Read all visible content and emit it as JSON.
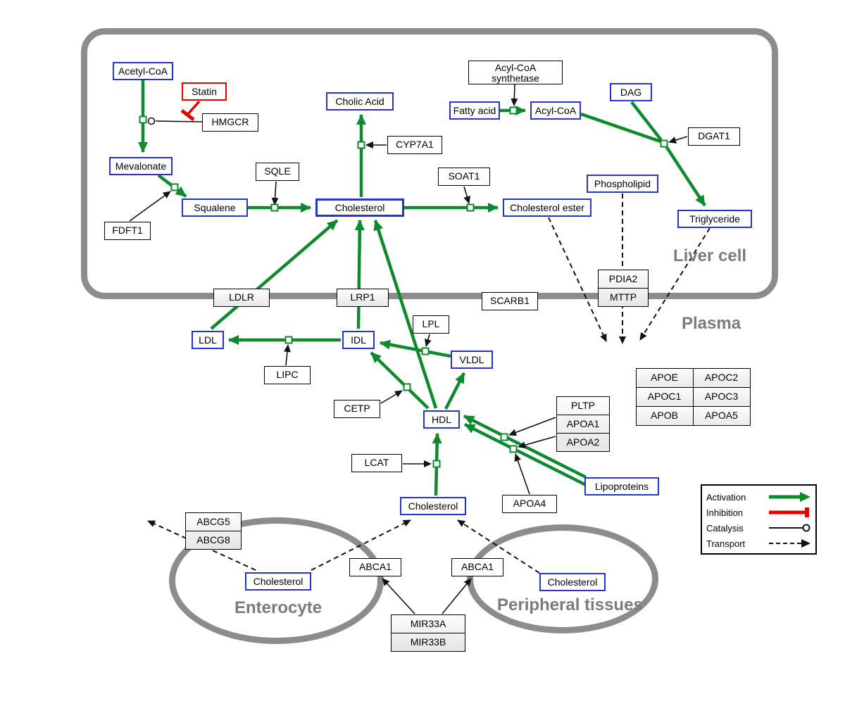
{
  "regions": {
    "liver_cell": "Liver cell",
    "plasma": "Plasma",
    "enterocyte": "Enterocyte",
    "peripheral_tissues": "Peripheral tissues"
  },
  "nodes": {
    "acetyl_coa": "Acetyl-CoA",
    "statin": "Statin",
    "hmgcr": "HMGCR",
    "mevalonate": "Mevalonate",
    "fdft1": "FDFT1",
    "squalene": "Squalene",
    "sqle": "SQLE",
    "cholic_acid": "Cholic Acid",
    "cyp7a1": "CYP7A1",
    "cholesterol_liver": "Cholesterol",
    "soat1": "SOAT1",
    "cholesterol_ester": "Cholesterol ester",
    "acyl_coa_synthetase_l1": "Acyl-CoA",
    "acyl_coa_synthetase_l2": "synthetase",
    "fatty_acid": "Fatty acid",
    "acyl_coa2": "Acyl-CoA",
    "dag": "DAG",
    "dgat1": "DGAT1",
    "phospholipid": "Phospholipid",
    "triglyceride": "Triglyceride",
    "ldlr": "LDLR",
    "lrp1": "LRP1",
    "scarb1": "SCARB1",
    "pdia2": "PDIA2",
    "mttp": "MTTP",
    "ldl": "LDL",
    "idl": "IDL",
    "lipc": "LIPC",
    "lpl": "LPL",
    "vldl": "VLDL",
    "cetp": "CETP",
    "hdl": "HDL",
    "pltp": "PLTP",
    "apoa1": "APOA1",
    "apoa2": "APOA2",
    "lcat": "LCAT",
    "apoa4": "APOA4",
    "lipoproteins": "Lipoproteins",
    "cholesterol_plasma": "Cholesterol",
    "apoe": "APOE",
    "apoc2": "APOC2",
    "apoc1": "APOC1",
    "apoc3": "APOC3",
    "apob": "APOB",
    "apoa5": "APOA5",
    "abcg5": "ABCG5",
    "abcg8": "ABCG8",
    "cholesterol_enterocyte": "Cholesterol",
    "abca1_enterocyte": "ABCA1",
    "abca1_peripheral": "ABCA1",
    "cholesterol_peripheral": "Cholesterol",
    "mir33a": "MIR33A",
    "mir33b": "MIR33B"
  },
  "legend": {
    "activation": "Activation",
    "inhibition": "Inhibition",
    "catalysis": "Catalysis",
    "transport": "Transport"
  },
  "colors": {
    "activation_green": "#0d8a2d",
    "inhibition_red": "#e80000",
    "metabolite_blue": "#2335cc",
    "membrane_gray": "#8c8c8c"
  }
}
